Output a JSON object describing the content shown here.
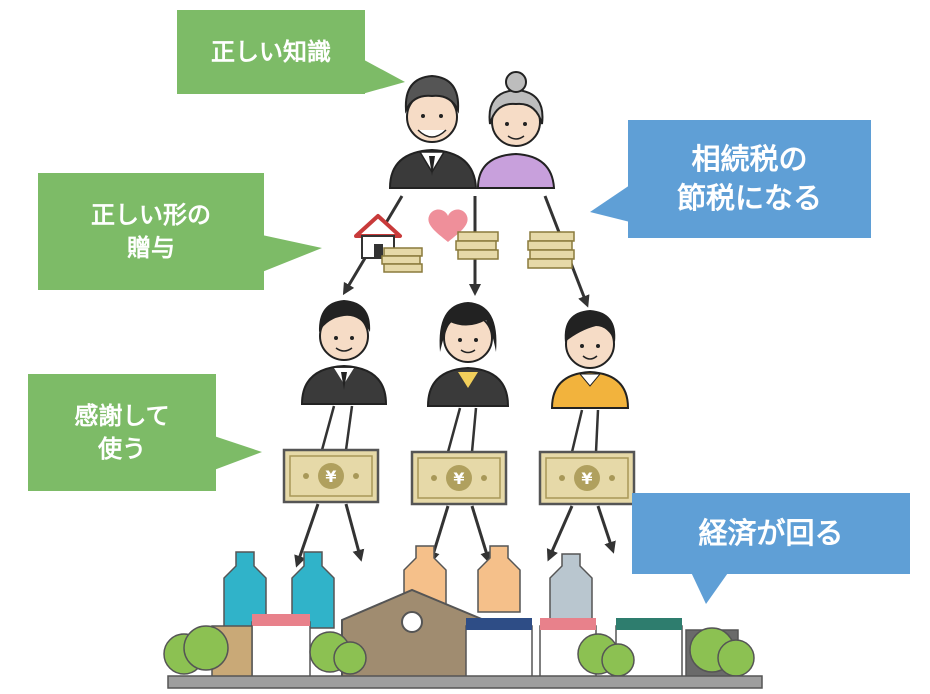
{
  "bubbles": {
    "knowledge": {
      "line1": "正しい知識",
      "color": "#7dbb67"
    },
    "gift": {
      "line1": "正しい形の",
      "line2": "贈与",
      "color": "#7dbb67"
    },
    "tax": {
      "line1": "相続税の",
      "line2": "節税になる",
      "color": "#5f9fd6"
    },
    "gratitude": {
      "line1": "感謝して",
      "line2": "使う",
      "color": "#7dbb67"
    },
    "economy": {
      "line1": "経済が回る",
      "color": "#5f9fd6"
    }
  },
  "illustrations": {
    "grandparents": [
      "grandfather-icon",
      "grandmother-icon"
    ],
    "gifts": [
      "house-icon",
      "heart-icon",
      "money-stack-icon"
    ],
    "children": [
      "son-icon",
      "daughter-icon",
      "young-son-icon"
    ],
    "bills": {
      "symbol": "¥",
      "count": 3
    },
    "town": "town-icon"
  }
}
